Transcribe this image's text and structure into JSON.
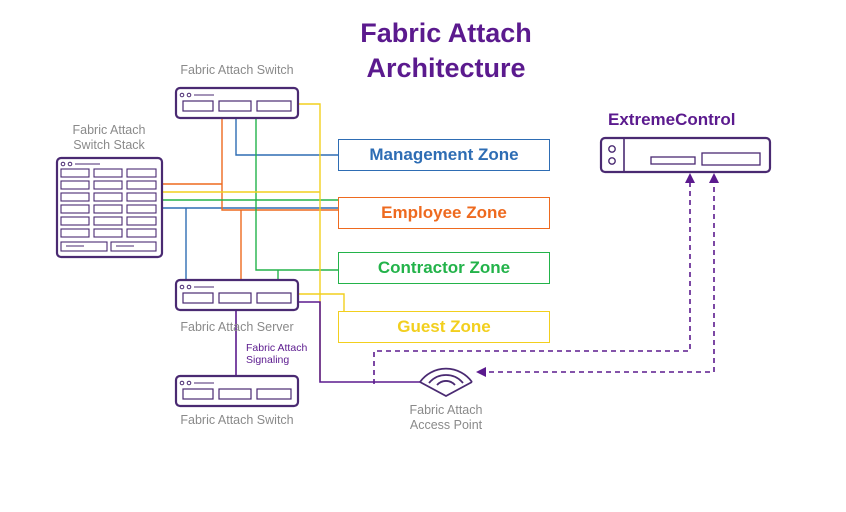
{
  "title": {
    "line1": "Fabric Attach",
    "line2": "Architecture"
  },
  "labels": {
    "switch_top": "Fabric Attach Switch",
    "stack_line1": "Fabric Attach",
    "stack_line2": "Switch Stack",
    "server": "Fabric Attach Server",
    "switch_bottom": "Fabric Attach Switch",
    "ap_line1": "Fabric Attach",
    "ap_line2": "Access Point",
    "signaling_line1": "Fabric Attach",
    "signaling_line2": "Signaling",
    "extremecontrol": "ExtremeControl"
  },
  "zones": [
    {
      "label": "Management Zone",
      "color": "#2e6db4"
    },
    {
      "label": "Employee Zone",
      "color": "#ee6a1f"
    },
    {
      "label": "Contractor Zone",
      "color": "#23b34a"
    },
    {
      "label": "Guest Zone",
      "color": "#f2cf1e"
    }
  ],
  "colors": {
    "purple": "#5b1a8e",
    "device": "#4a2a72"
  }
}
